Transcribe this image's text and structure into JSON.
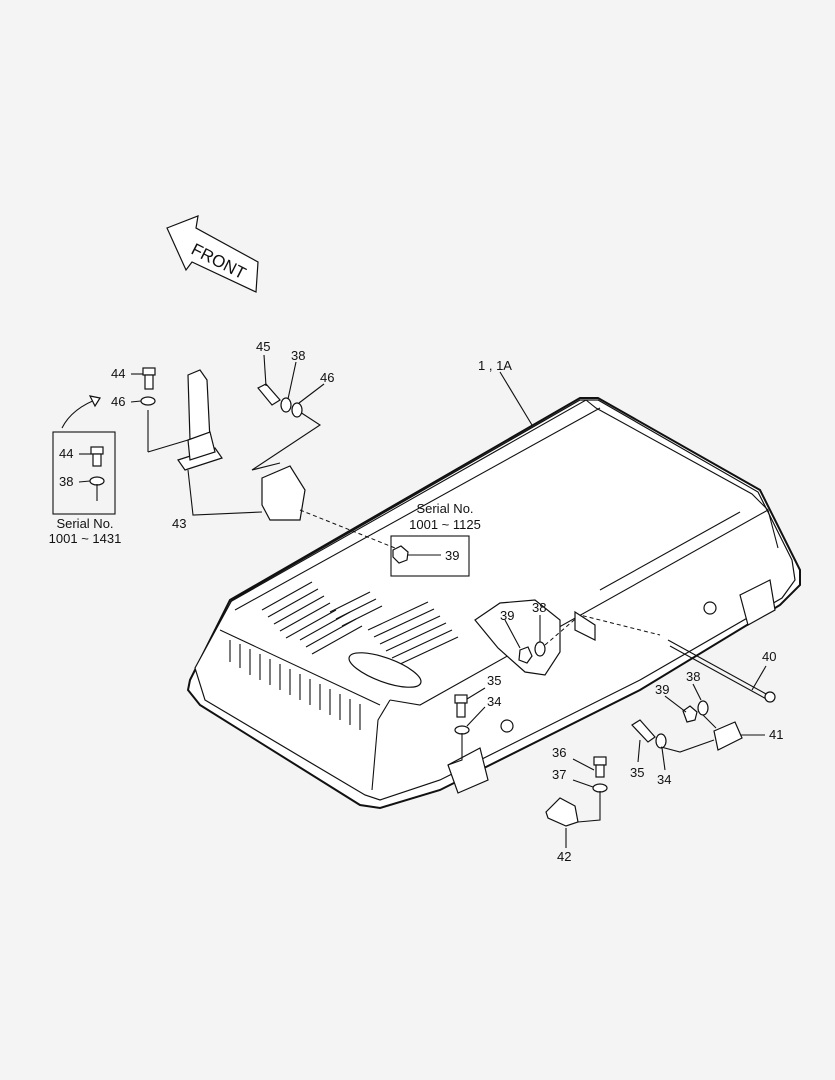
{
  "front_arrow": {
    "label": "FRONT"
  },
  "serial_note_left": {
    "line1": "Serial No.",
    "line2": "1001 ~ 1431"
  },
  "serial_note_right": {
    "line1": "Serial No.",
    "line2": "1001 ~ 1125"
  },
  "callouts": {
    "c_1_1a": "1 , 1A",
    "c_45": "45",
    "c_38a": "38",
    "c_46a": "46",
    "c_44a": "44",
    "c_46b": "46",
    "c_44b": "44",
    "c_38b": "38",
    "c_43": "43",
    "c_39a": "39",
    "c_39b": "39",
    "c_38c": "38",
    "c_40": "40",
    "c_35a": "35",
    "c_34a": "34",
    "c_39c": "39",
    "c_38d": "38",
    "c_41": "41",
    "c_36": "36",
    "c_37": "37",
    "c_35b": "35",
    "c_34b": "34",
    "c_42": "42"
  }
}
